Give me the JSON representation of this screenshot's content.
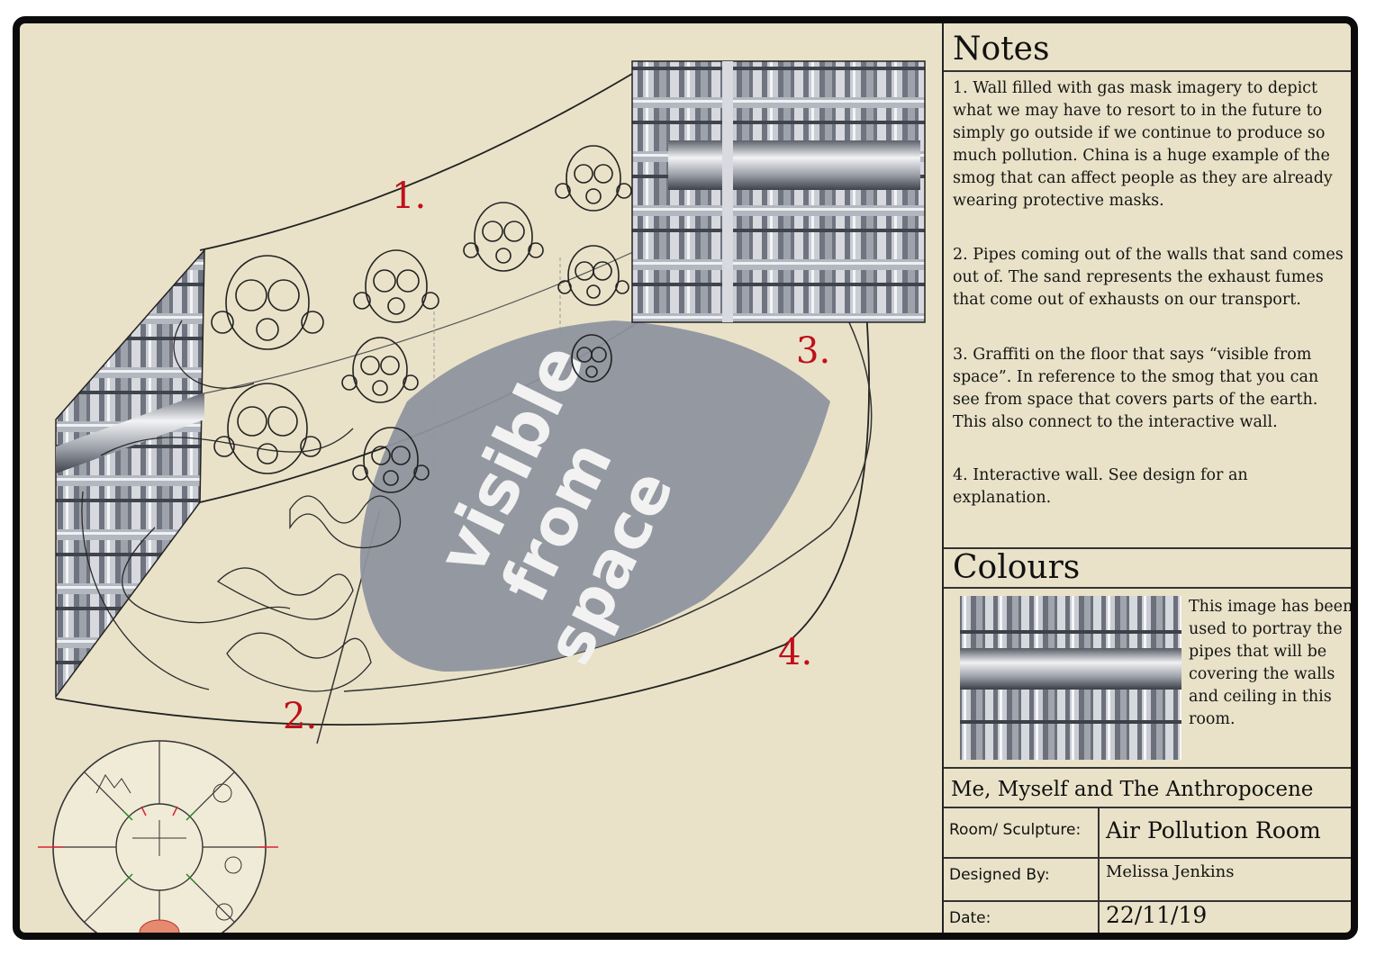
{
  "drawing": {
    "labels": [
      "1.",
      "2.",
      "3.",
      "4."
    ],
    "floor_graffiti": [
      "visible",
      "from",
      "space"
    ]
  },
  "notes": {
    "heading": "Notes",
    "items": [
      "1. Wall filled with gas mask imagery to depict what we may have to resort to in the future to simply go outside if we continue to produce so much pollution. China is a huge example of the smog that can affect people as they are already wearing protective masks.",
      "2. Pipes coming out of the walls that sand comes out of. The sand represents the exhaust fumes that come out of exhausts on our transport.",
      "3. Graffiti on the floor that says “visible from space”. In reference to the smog that you can see from space that covers parts of the earth. This also connect to the interactive wall.",
      "4. Interactive wall. See design for an explanation."
    ]
  },
  "colours": {
    "heading": "Colours",
    "description": "This image has been used to portray the pipes that will be covering the walls and ceiling in this room."
  },
  "title_block": {
    "project": "Me, Myself and The Anthropocene",
    "room_label": "Room/ Sculpture:",
    "room_value": "Air Pollution Room",
    "designer_label": "Designed By:",
    "designer_value": "Melissa Jenkins",
    "date_label": "Date:",
    "date_value": "22/11/19"
  },
  "colors": {
    "paper": "#e9e2c8",
    "border": "#0b0b0b",
    "label_red": "#c0101a",
    "graffiti_grey": "#8f949f"
  }
}
